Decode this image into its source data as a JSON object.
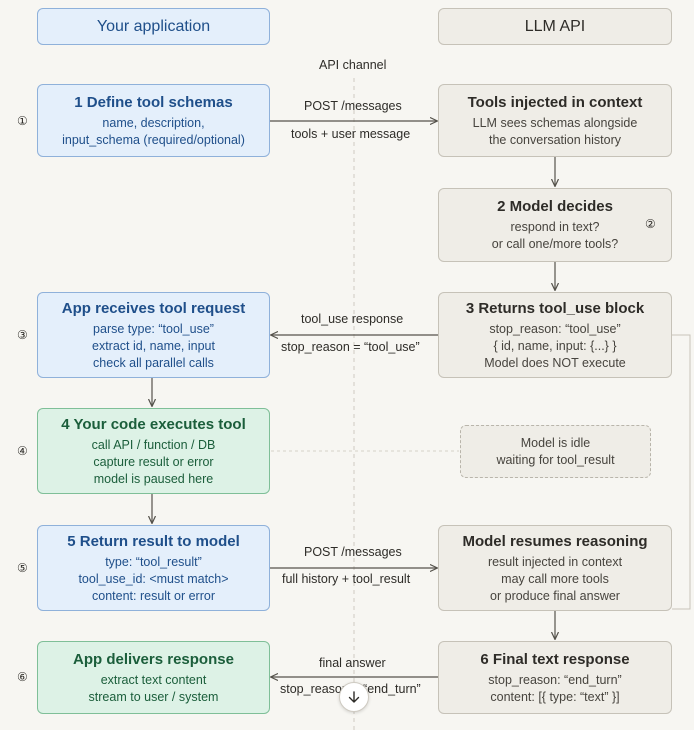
{
  "headers": {
    "left": "Your application",
    "right": "LLM API"
  },
  "channel_label": "API channel",
  "circled": [
    "①",
    "②",
    "③",
    "④",
    "⑤",
    "⑥"
  ],
  "left_boxes": [
    {
      "title": "1 Define tool schemas",
      "lines": [
        "name, description,",
        "input_schema (required/optional)"
      ]
    },
    {
      "title": "App receives tool request",
      "lines": [
        "parse type: “tool_use”",
        "extract id, name, input",
        "check all parallel calls"
      ]
    },
    {
      "title": "4 Your code executes tool",
      "lines": [
        "call API / function / DB",
        "capture result or error",
        "model is paused here"
      ]
    },
    {
      "title": "5 Return result to model",
      "lines": [
        "type: “tool_result”",
        "tool_use_id: <must match>",
        "content: result or error"
      ]
    },
    {
      "title": "App delivers response",
      "lines": [
        "extract text content",
        "stream to user / system"
      ]
    }
  ],
  "right_boxes": [
    {
      "title": "Tools injected in context",
      "lines": [
        "LLM sees schemas alongside",
        "the conversation history"
      ]
    },
    {
      "title": "2 Model decides",
      "lines": [
        "respond in text?",
        "or call one/more tools?"
      ]
    },
    {
      "title": "3 Returns tool_use block",
      "lines": [
        "stop_reason: “tool_use”",
        "{ id, name, input: {...} }",
        "Model does NOT execute"
      ]
    },
    {
      "title": "Model resumes reasoning",
      "lines": [
        "result injected in context",
        "may call more tools",
        "or produce final answer"
      ]
    },
    {
      "title": "6 Final text response",
      "lines": [
        "stop_reason: “end_turn”",
        "content: [{ type: “text” }]"
      ]
    }
  ],
  "idle_box": {
    "lines": [
      "Model is idle",
      "waiting for tool_result"
    ]
  },
  "arrows": {
    "a1": {
      "top": "POST /messages",
      "bottom": "tools + user message"
    },
    "a3": {
      "top": "tool_use response",
      "bottom": "stop_reason = “tool_use”"
    },
    "a5": {
      "top": "POST /messages",
      "bottom": "full history + tool_result"
    },
    "a6": {
      "top": "final answer",
      "bottom": "stop_reason = “end_turn”"
    }
  },
  "scroll_button_icon": "arrow-down-icon"
}
